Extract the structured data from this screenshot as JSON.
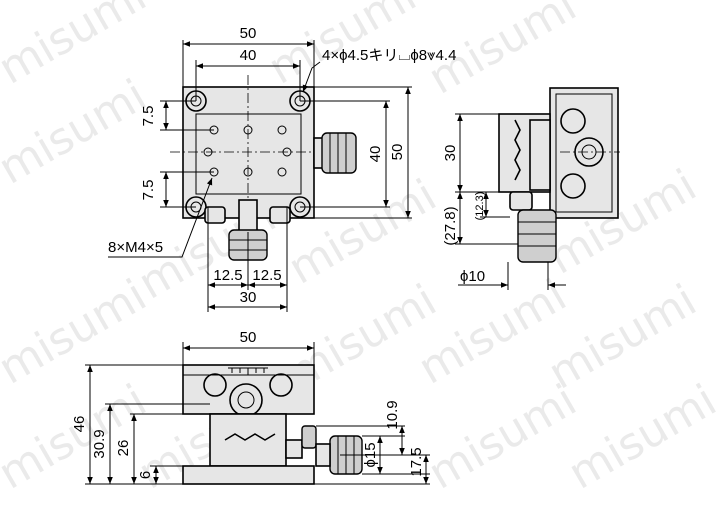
{
  "watermark": "misumi",
  "top_view": {
    "width_outer": "50",
    "width_inner": "40",
    "hole_callout": "4×ϕ4.5キリ⌴ϕ8⩔4.4",
    "pitch_top": "7.5",
    "pitch_bottom": "7.5",
    "height_inner": "40",
    "height_outer": "50",
    "tap_callout": "8×M4×5",
    "spacing_left": "12.5",
    "spacing_right": "12.5",
    "span": "30"
  },
  "side_view": {
    "height": "30",
    "offset": "(27.8)",
    "offset_small": "(12.3)",
    "knob_dia": "ϕ10"
  },
  "front_view": {
    "width": "50",
    "total_height": "46",
    "height_a": "30.9",
    "height_b": "26",
    "base_height": "6",
    "knob_dia": "ϕ15",
    "knob_height": "10.9",
    "knob_offset": "17.5"
  }
}
